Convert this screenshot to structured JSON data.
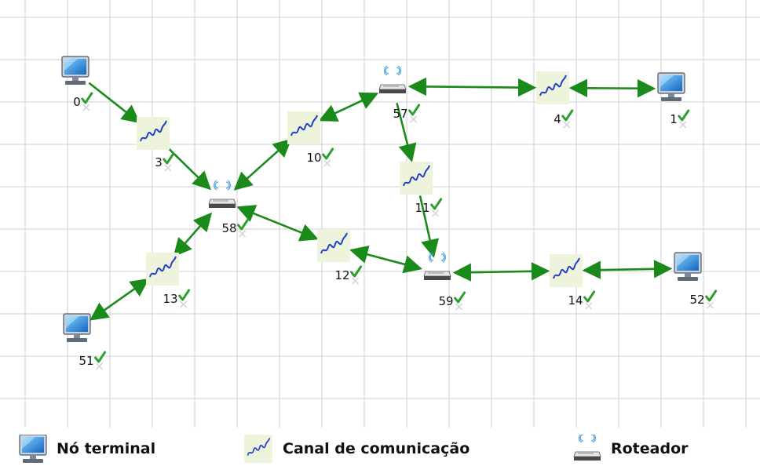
{
  "nodes": [
    {
      "id": "0",
      "type": "terminal",
      "label": "0"
    },
    {
      "id": "1",
      "type": "terminal",
      "label": "1"
    },
    {
      "id": "51",
      "type": "terminal",
      "label": "51"
    },
    {
      "id": "52",
      "type": "terminal",
      "label": "52"
    },
    {
      "id": "3",
      "type": "channel",
      "label": "3"
    },
    {
      "id": "4",
      "type": "channel",
      "label": "4"
    },
    {
      "id": "10",
      "type": "channel",
      "label": "10"
    },
    {
      "id": "11",
      "type": "channel",
      "label": "11"
    },
    {
      "id": "12",
      "type": "channel",
      "label": "12"
    },
    {
      "id": "13",
      "type": "channel",
      "label": "13"
    },
    {
      "id": "14",
      "type": "channel",
      "label": "14"
    },
    {
      "id": "57",
      "type": "router",
      "label": "57"
    },
    {
      "id": "58",
      "type": "router",
      "label": "58"
    },
    {
      "id": "59",
      "type": "router",
      "label": "59"
    }
  ],
  "edges": [
    {
      "from": "0",
      "to": "3",
      "directed": true
    },
    {
      "from": "3",
      "to": "58",
      "directed": true
    },
    {
      "from": "58",
      "to": "10",
      "directed": false
    },
    {
      "from": "10",
      "to": "57",
      "directed": false
    },
    {
      "from": "57",
      "to": "4",
      "directed": false
    },
    {
      "from": "4",
      "to": "1",
      "directed": false
    },
    {
      "from": "57",
      "to": "11",
      "directed": true
    },
    {
      "from": "11",
      "to": "59",
      "directed": true
    },
    {
      "from": "58",
      "to": "12",
      "directed": false
    },
    {
      "from": "12",
      "to": "59",
      "directed": false
    },
    {
      "from": "58",
      "to": "13",
      "directed": false
    },
    {
      "from": "13",
      "to": "51",
      "directed": false
    },
    {
      "from": "59",
      "to": "14",
      "directed": false
    },
    {
      "from": "14",
      "to": "52",
      "directed": false
    }
  ],
  "legend": {
    "terminal": "Nó terminal",
    "channel": "Canal de comunicação",
    "router": "Roteador"
  },
  "colors": {
    "edge": "#1a8a1a",
    "check": "#2e9e2e",
    "grid": "#cfcfcf",
    "channel_bg": "#eef3dc",
    "wave": "#1f3fc7"
  }
}
